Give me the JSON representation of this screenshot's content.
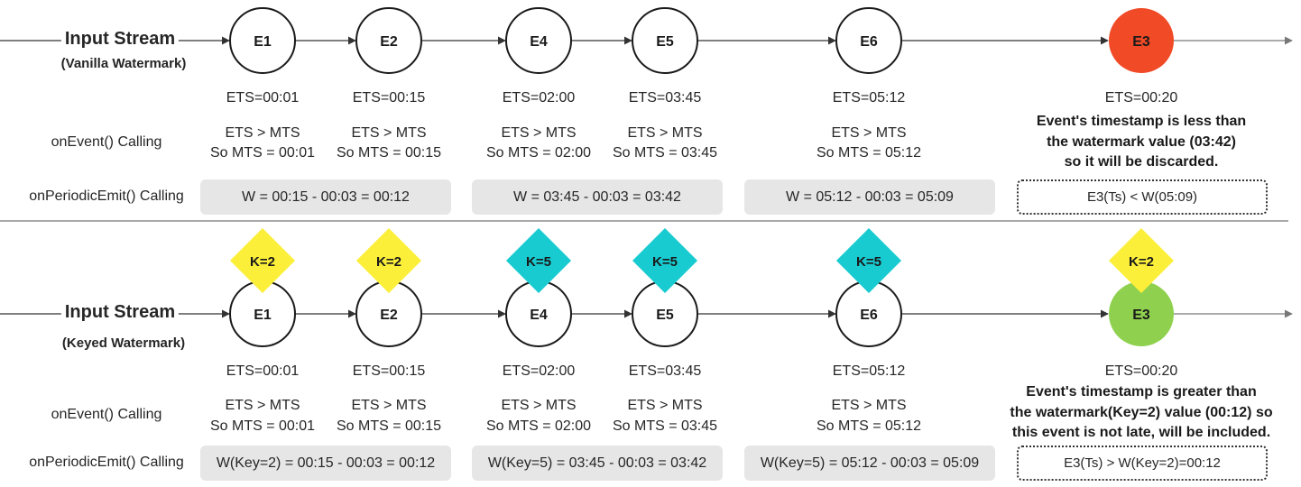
{
  "colors": {
    "discarded_event": "#f04a26",
    "included_event": "#8fd14f",
    "key2": "#fbef3a",
    "key5": "#17cbd1",
    "wbox": "#e6e6e6",
    "line": "#333333"
  },
  "vanilla": {
    "title": "Input Stream",
    "subtitle": "(Vanilla Watermark)",
    "on_event_label": "onEvent() Calling",
    "periodic_label": "onPeriodicEmit() Calling",
    "events": [
      {
        "id": "E1",
        "ets": "ETS=00:01",
        "cmp": "ETS > MTS",
        "mts": "So MTS = 00:01"
      },
      {
        "id": "E2",
        "ets": "ETS=00:15",
        "cmp": "ETS > MTS",
        "mts": "So MTS = 00:15"
      },
      {
        "id": "E4",
        "ets": "ETS=02:00",
        "cmp": "ETS > MTS",
        "mts": "So MTS = 02:00"
      },
      {
        "id": "E5",
        "ets": "ETS=03:45",
        "cmp": "ETS > MTS",
        "mts": "So MTS = 03:45"
      },
      {
        "id": "E6",
        "ets": "ETS=05:12",
        "cmp": "ETS > MTS",
        "mts": "So MTS = 05:12"
      },
      {
        "id": "E3",
        "ets": "ETS=00:20"
      }
    ],
    "note": [
      "Event's timestamp is less than",
      "the watermark value (03:42)",
      "so it will be discarded."
    ],
    "watermarks": [
      "W = 00:15 - 00:03 = 00:12",
      "W = 03:45 - 00:03 = 03:42",
      "W = 05:12 - 00:03 = 05:09"
    ],
    "result": "E3(Ts) < W(05:09)"
  },
  "keyed": {
    "title": "Input Stream",
    "subtitle": "(Keyed Watermark)",
    "on_event_label": "onEvent() Calling",
    "periodic_label": "onPeriodicEmit() Calling",
    "events": [
      {
        "id": "E1",
        "key": "K=2",
        "ets": "ETS=00:01",
        "cmp": "ETS > MTS",
        "mts": "So MTS = 00:01"
      },
      {
        "id": "E2",
        "key": "K=2",
        "ets": "ETS=00:15",
        "cmp": "ETS > MTS",
        "mts": "So MTS = 00:15"
      },
      {
        "id": "E4",
        "key": "K=5",
        "ets": "ETS=02:00",
        "cmp": "ETS > MTS",
        "mts": "So MTS = 02:00"
      },
      {
        "id": "E5",
        "key": "K=5",
        "ets": "ETS=03:45",
        "cmp": "ETS > MTS",
        "mts": "So MTS = 03:45"
      },
      {
        "id": "E6",
        "key": "K=5",
        "ets": "ETS=05:12",
        "cmp": "ETS > MTS",
        "mts": "So MTS = 05:12"
      },
      {
        "id": "E3",
        "key": "K=2",
        "ets": "ETS=00:20"
      }
    ],
    "note": [
      "Event's timestamp is greater than",
      "the watermark(Key=2) value (00:12) so",
      "this event is not late, will be included."
    ],
    "watermarks": [
      "W(Key=2) = 00:15 - 00:03 = 00:12",
      "W(Key=5) = 03:45 - 00:03 = 03:42",
      "W(Key=5) = 05:12 - 00:03 = 05:09"
    ],
    "result": "E3(Ts) > W(Key=2)=00:12"
  }
}
